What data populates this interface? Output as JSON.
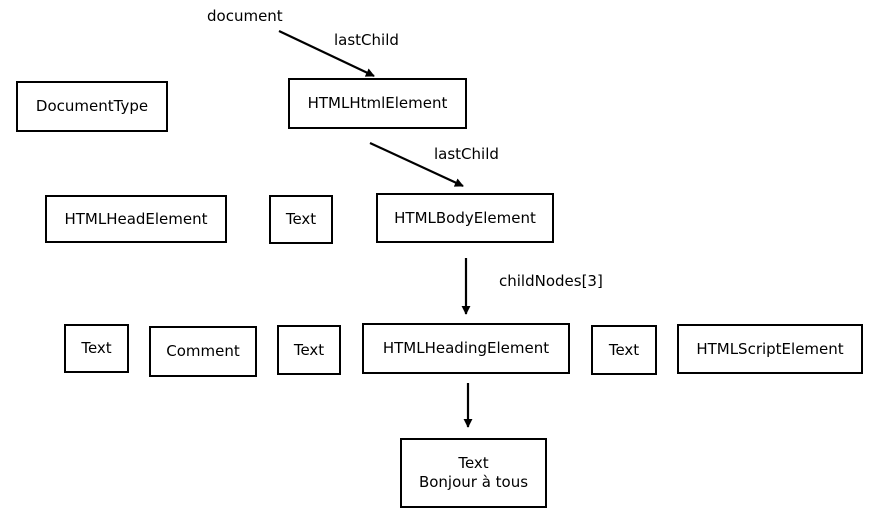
{
  "labels": {
    "document": "document",
    "last_child_1": "lastChild",
    "last_child_2": "lastChild",
    "child_nodes": "childNodes[3]"
  },
  "nodes": {
    "document_type": "DocumentType",
    "html_element": "HTMLHtmlElement",
    "head_element": "HTMLHeadElement",
    "text_1": "Text",
    "body_element": "HTMLBodyElement",
    "text_2": "Text",
    "comment": "Comment",
    "text_3": "Text",
    "heading_element": "HTMLHeadingElement",
    "text_4": "Text",
    "script_element": "HTMLScriptElement",
    "text_leaf_type": "Text",
    "text_leaf_value": "Bonjour à tous"
  },
  "colors": {
    "line": "#000000",
    "background": "#ffffff"
  }
}
